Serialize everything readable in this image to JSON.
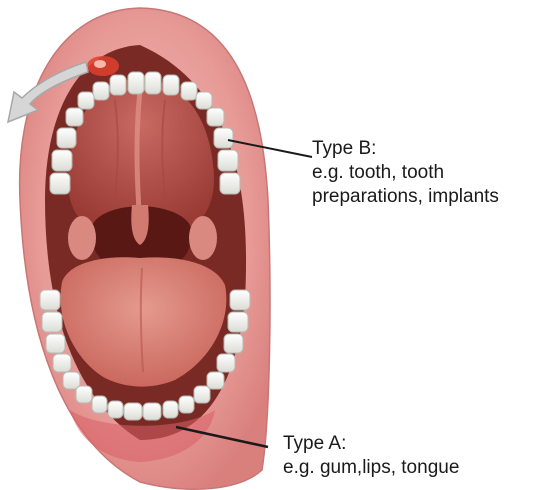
{
  "labels": {
    "type_b": {
      "title": "Type B:",
      "line1": "e.g. tooth, tooth",
      "line2": "preparations, implants"
    },
    "type_a": {
      "title": "Type A:",
      "line1": "e.g. gum,lips, tongue"
    }
  },
  "colors": {
    "lips": "#e38b8b",
    "lip_highlight": "#f3b8b3",
    "mouth_dark": "#7a2a25",
    "palate": "#b5524b",
    "tongue": "#d27469",
    "teeth": "#f7f7f4",
    "gum": "#d95f66",
    "leader_line": "#1a1a1a",
    "arrow": "#d6d6d6",
    "lesion": "#e0412e"
  },
  "icons": {
    "arrow": "curved-arrow-icon"
  }
}
